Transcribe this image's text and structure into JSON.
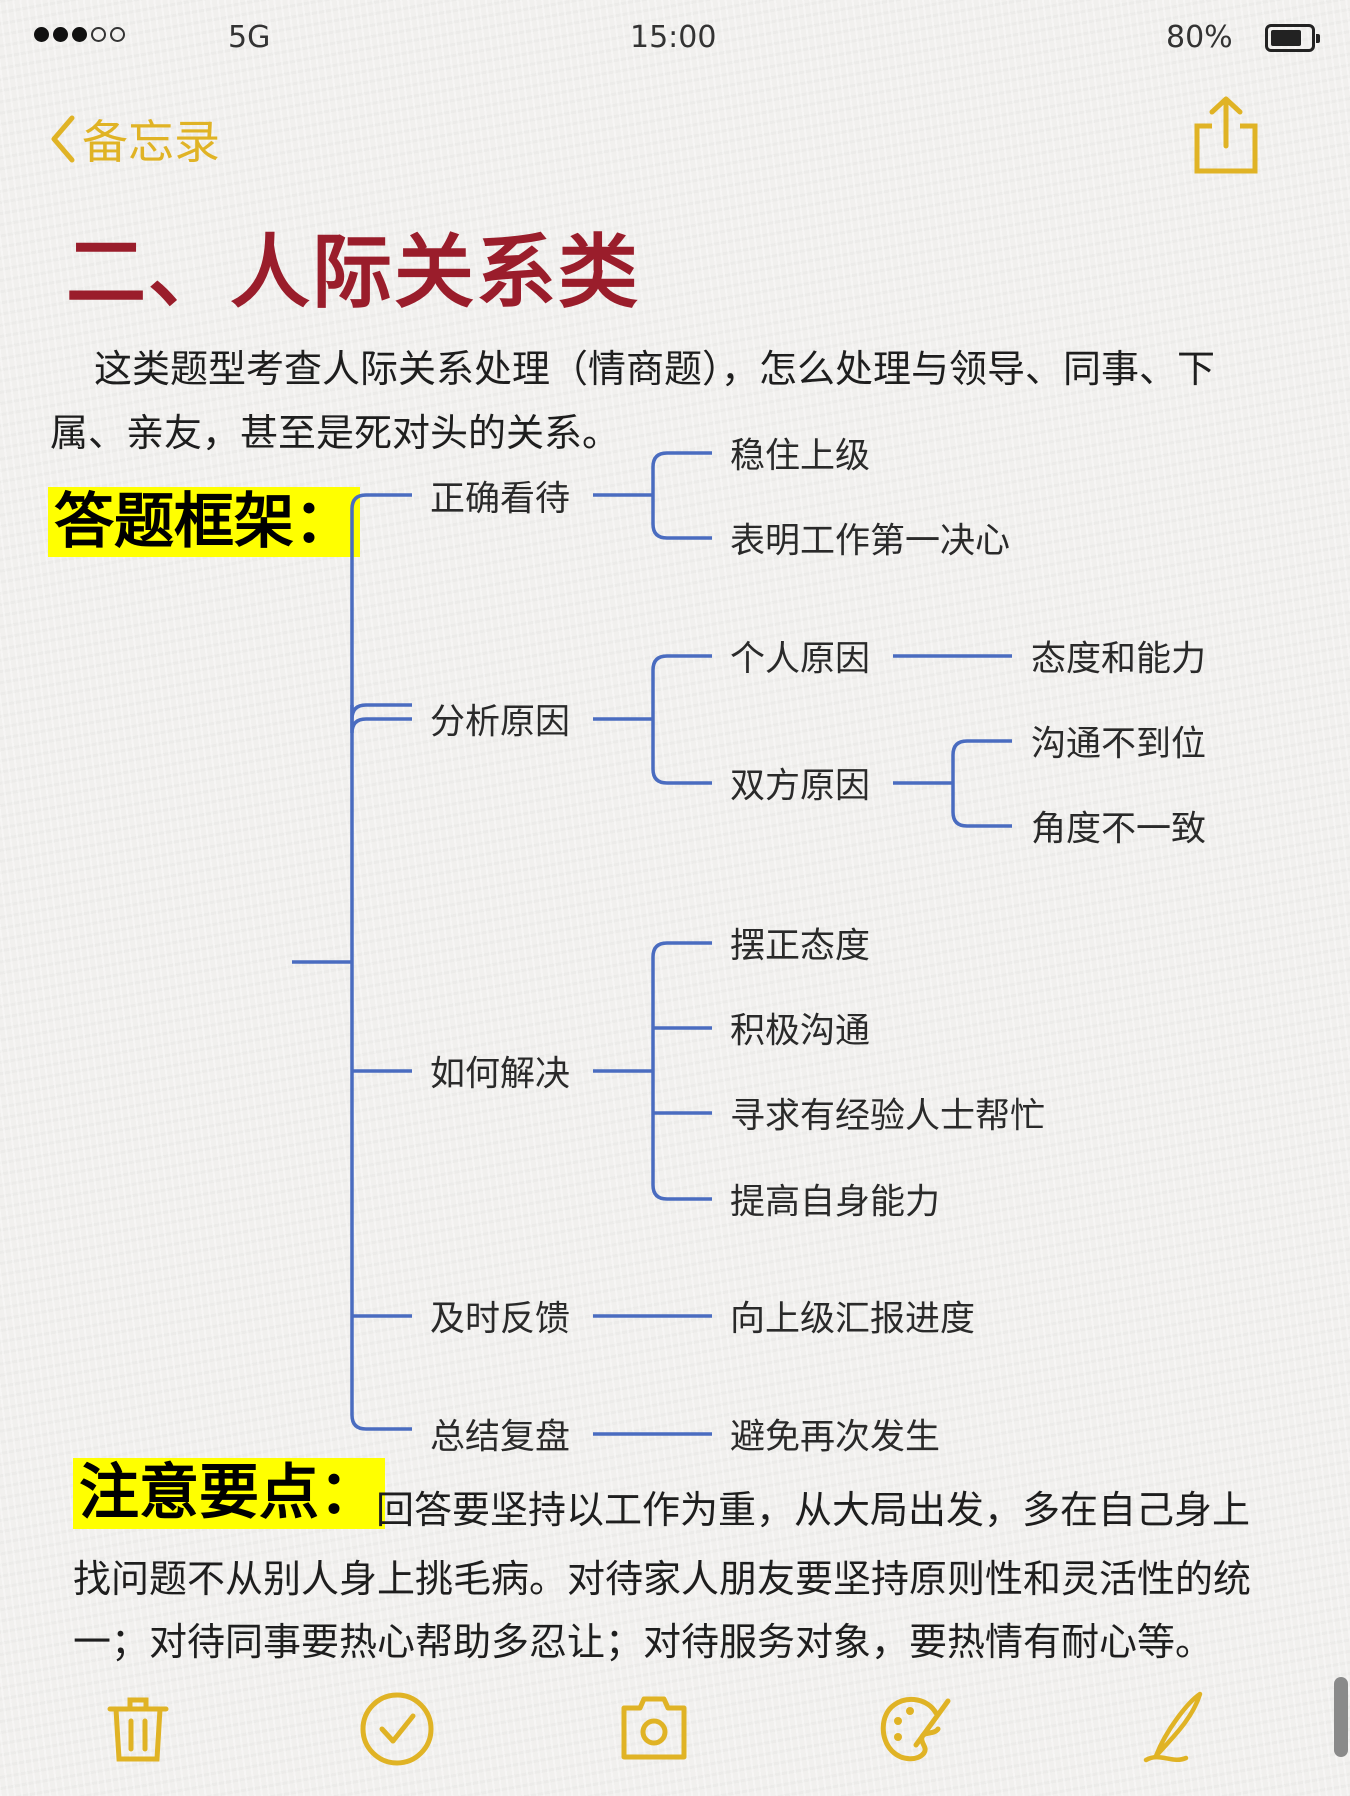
{
  "status_bar": {
    "signal_dots_filled": 3,
    "signal_dots_total": 5,
    "network": "5G",
    "time": "15:00",
    "battery_percent": "80%",
    "battery_level": 0.8
  },
  "nav": {
    "back_label": "备忘录"
  },
  "note": {
    "title": "二、人际关系类",
    "intro_line1": "这类题型考查人际关系处理（情商题），怎么处理与领导、同事、下",
    "intro_line2": "属、亲友，甚至是死对头的关系。",
    "framework_label": "答题框架：",
    "mindmap": {
      "branches": [
        {
          "label": "正确看待",
          "children": [
            {
              "label": "稳住上级"
            },
            {
              "label": "表明工作第一决心"
            }
          ]
        },
        {
          "label": "分析原因",
          "children": [
            {
              "label": "个人原因",
              "children": [
                {
                  "label": "态度和能力"
                }
              ]
            },
            {
              "label": "双方原因",
              "children": [
                {
                  "label": "沟通不到位"
                },
                {
                  "label": "角度不一致"
                }
              ]
            }
          ]
        },
        {
          "label": "如何解决",
          "children": [
            {
              "label": "摆正态度"
            },
            {
              "label": "积极沟通"
            },
            {
              "label": "寻求有经验人士帮忙"
            },
            {
              "label": "提高自身能力"
            }
          ]
        },
        {
          "label": "及时反馈",
          "children": [
            {
              "label": "向上级汇报进度"
            }
          ]
        },
        {
          "label": "总结复盘",
          "children": [
            {
              "label": "避免再次发生"
            }
          ]
        }
      ]
    },
    "notes_label": "注意要点：",
    "notes_line1": "回答要坚持以工作为重，从大局出发，多在自己身上",
    "notes_line2": "找问题不从别人身上挑毛病。对待家人朋友要坚持原则性和灵活性的统",
    "notes_line3": "一；对待同事要热心帮助多忍让；对待服务对象，要热情有耐心等。"
  },
  "toolbar": {
    "icons": [
      "trash-icon",
      "checklist-icon",
      "camera-icon",
      "palette-icon",
      "pen-icon"
    ]
  },
  "colors": {
    "accent": "#e0b325",
    "title": "#9a1d2b",
    "highlight": "#ffff00",
    "mindmap_line": "#4a6cc0"
  }
}
